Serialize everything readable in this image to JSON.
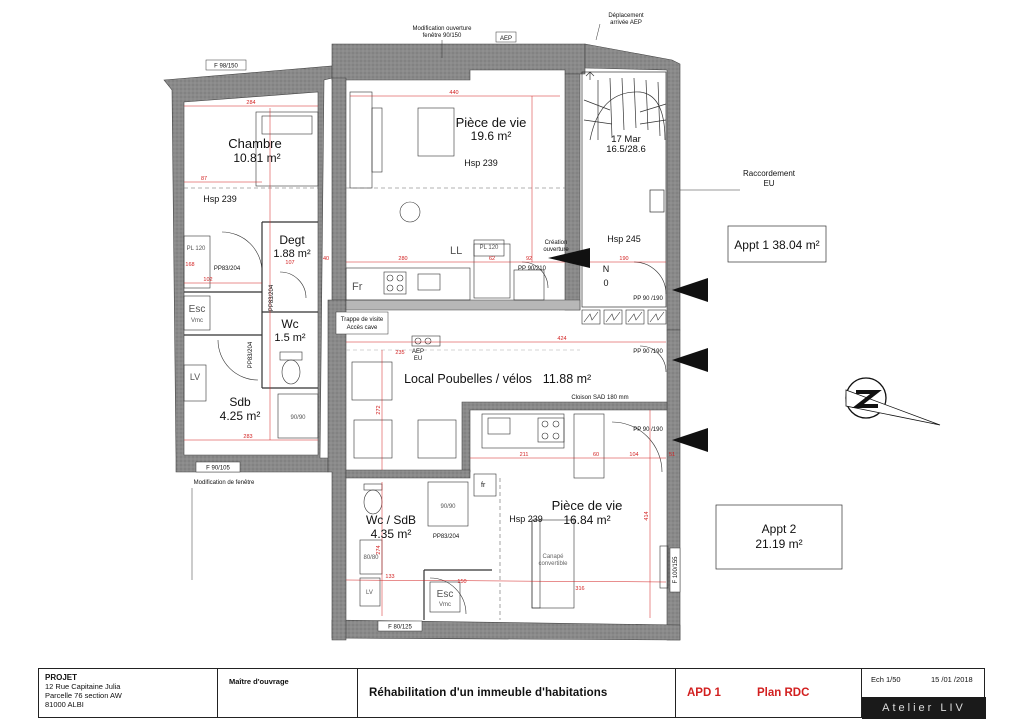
{
  "rooms": {
    "chambre": {
      "name": "Chambre",
      "area": "10.81 m²",
      "hsp": "Hsp 239"
    },
    "piece_vie_1": {
      "name": "Pièce de vie",
      "area": "19.6 m²",
      "hsp": "Hsp 239"
    },
    "stairs": {
      "name": "17 Mar",
      "ratio": "16.5/28.6",
      "hsp": "Hsp 245"
    },
    "degt": {
      "name": "Degt",
      "area": "1.88 m²"
    },
    "wc": {
      "name": "Wc",
      "area": "1.5 m²"
    },
    "sdb": {
      "name": "Sdb",
      "area": "4.25 m²"
    },
    "local": {
      "name": "Local Poubelles / vélos",
      "area": "11.88 m²"
    },
    "wc_sdb": {
      "name": "Wc / SdB",
      "area": "4.35 m²"
    },
    "piece_vie_2": {
      "name": "Pièce de vie",
      "area": "16.84 m²",
      "hsp": "Hsp 239"
    }
  },
  "apartments": {
    "appt1": "Appt 1 38.04 m²",
    "appt2_name": "Appt 2",
    "appt2_area": "21.19 m²"
  },
  "annotations": {
    "modif_ouverture_1": "Modification ouverture",
    "modif_ouverture_2": "fenêtre 90/150",
    "aep_top": "AEP",
    "deplacement_1": "Déplacement",
    "deplacement_2": "arrivée AEP",
    "raccordement_1": "Raccordement",
    "raccordement_2": "EU",
    "creation_1": "Création",
    "creation_2": "ouverture",
    "trappe_1": "Trappe de visite",
    "trappe_2": "Accès cave",
    "aep_eu_1": "AEP",
    "aep_eu_2": "EU",
    "cloison": "Cloison SAD 180 mm",
    "modif_fenetre": "Modification de fenêtre",
    "canape_1": "Canapé",
    "canape_2": "convertible",
    "n0_1": "N",
    "n0_2": "0"
  },
  "fixtures": {
    "esc": "Esc",
    "vmc": "Vmc",
    "lv": "LV",
    "pl120": "PL 120",
    "fr": "Fr",
    "fr2": "fr",
    "ll": "LL",
    "shower": "90/90",
    "shower2": "80/80"
  },
  "openings": {
    "f98_150": "F 98/150",
    "f90_105": "F 90/105",
    "f80_125": "F 80/125",
    "f100_155": "F 100/155",
    "pp83_204_a": "PP83/204",
    "pp83_204_b": "PP83/204",
    "pp83_204_c": "PP83/204",
    "pp83_204_d": "PP83/204",
    "pp90_210": "PP 90/210",
    "pp90_190_a": "PP 90 /190",
    "pp90_190_b": "PP 90 /190",
    "pp90_190_c": "PP 90 /190"
  },
  "dimensions": {
    "d440": "440",
    "d284": "284",
    "d87": "87",
    "d280": "280",
    "d40": "40",
    "d190": "190",
    "d424": "424",
    "d235": "235",
    "d211": "211",
    "d60": "60",
    "d104": "104",
    "d51": "51",
    "d133": "133",
    "d150": "150",
    "d316": "316",
    "d283": "283",
    "d102": "102",
    "d272": "272",
    "d274": "274",
    "d414": "414",
    "d62": "62",
    "d92": "92",
    "d168": "168",
    "d107": "107"
  },
  "titleblock": {
    "projet_label": "PROJET",
    "address_1": "12 Rue Capitaine Julia",
    "address_2": "Parcelle 76 section AW",
    "address_3": "81000 ALBI",
    "maitre": "Maître d'ouvrage",
    "title": "Réhabilitation d'un immeuble d'habitations",
    "phase": "APD 1",
    "plan": "Plan RDC",
    "scale": "Ech 1/50",
    "date": "15 /01 /2018",
    "logo": "Atelier LIV"
  }
}
